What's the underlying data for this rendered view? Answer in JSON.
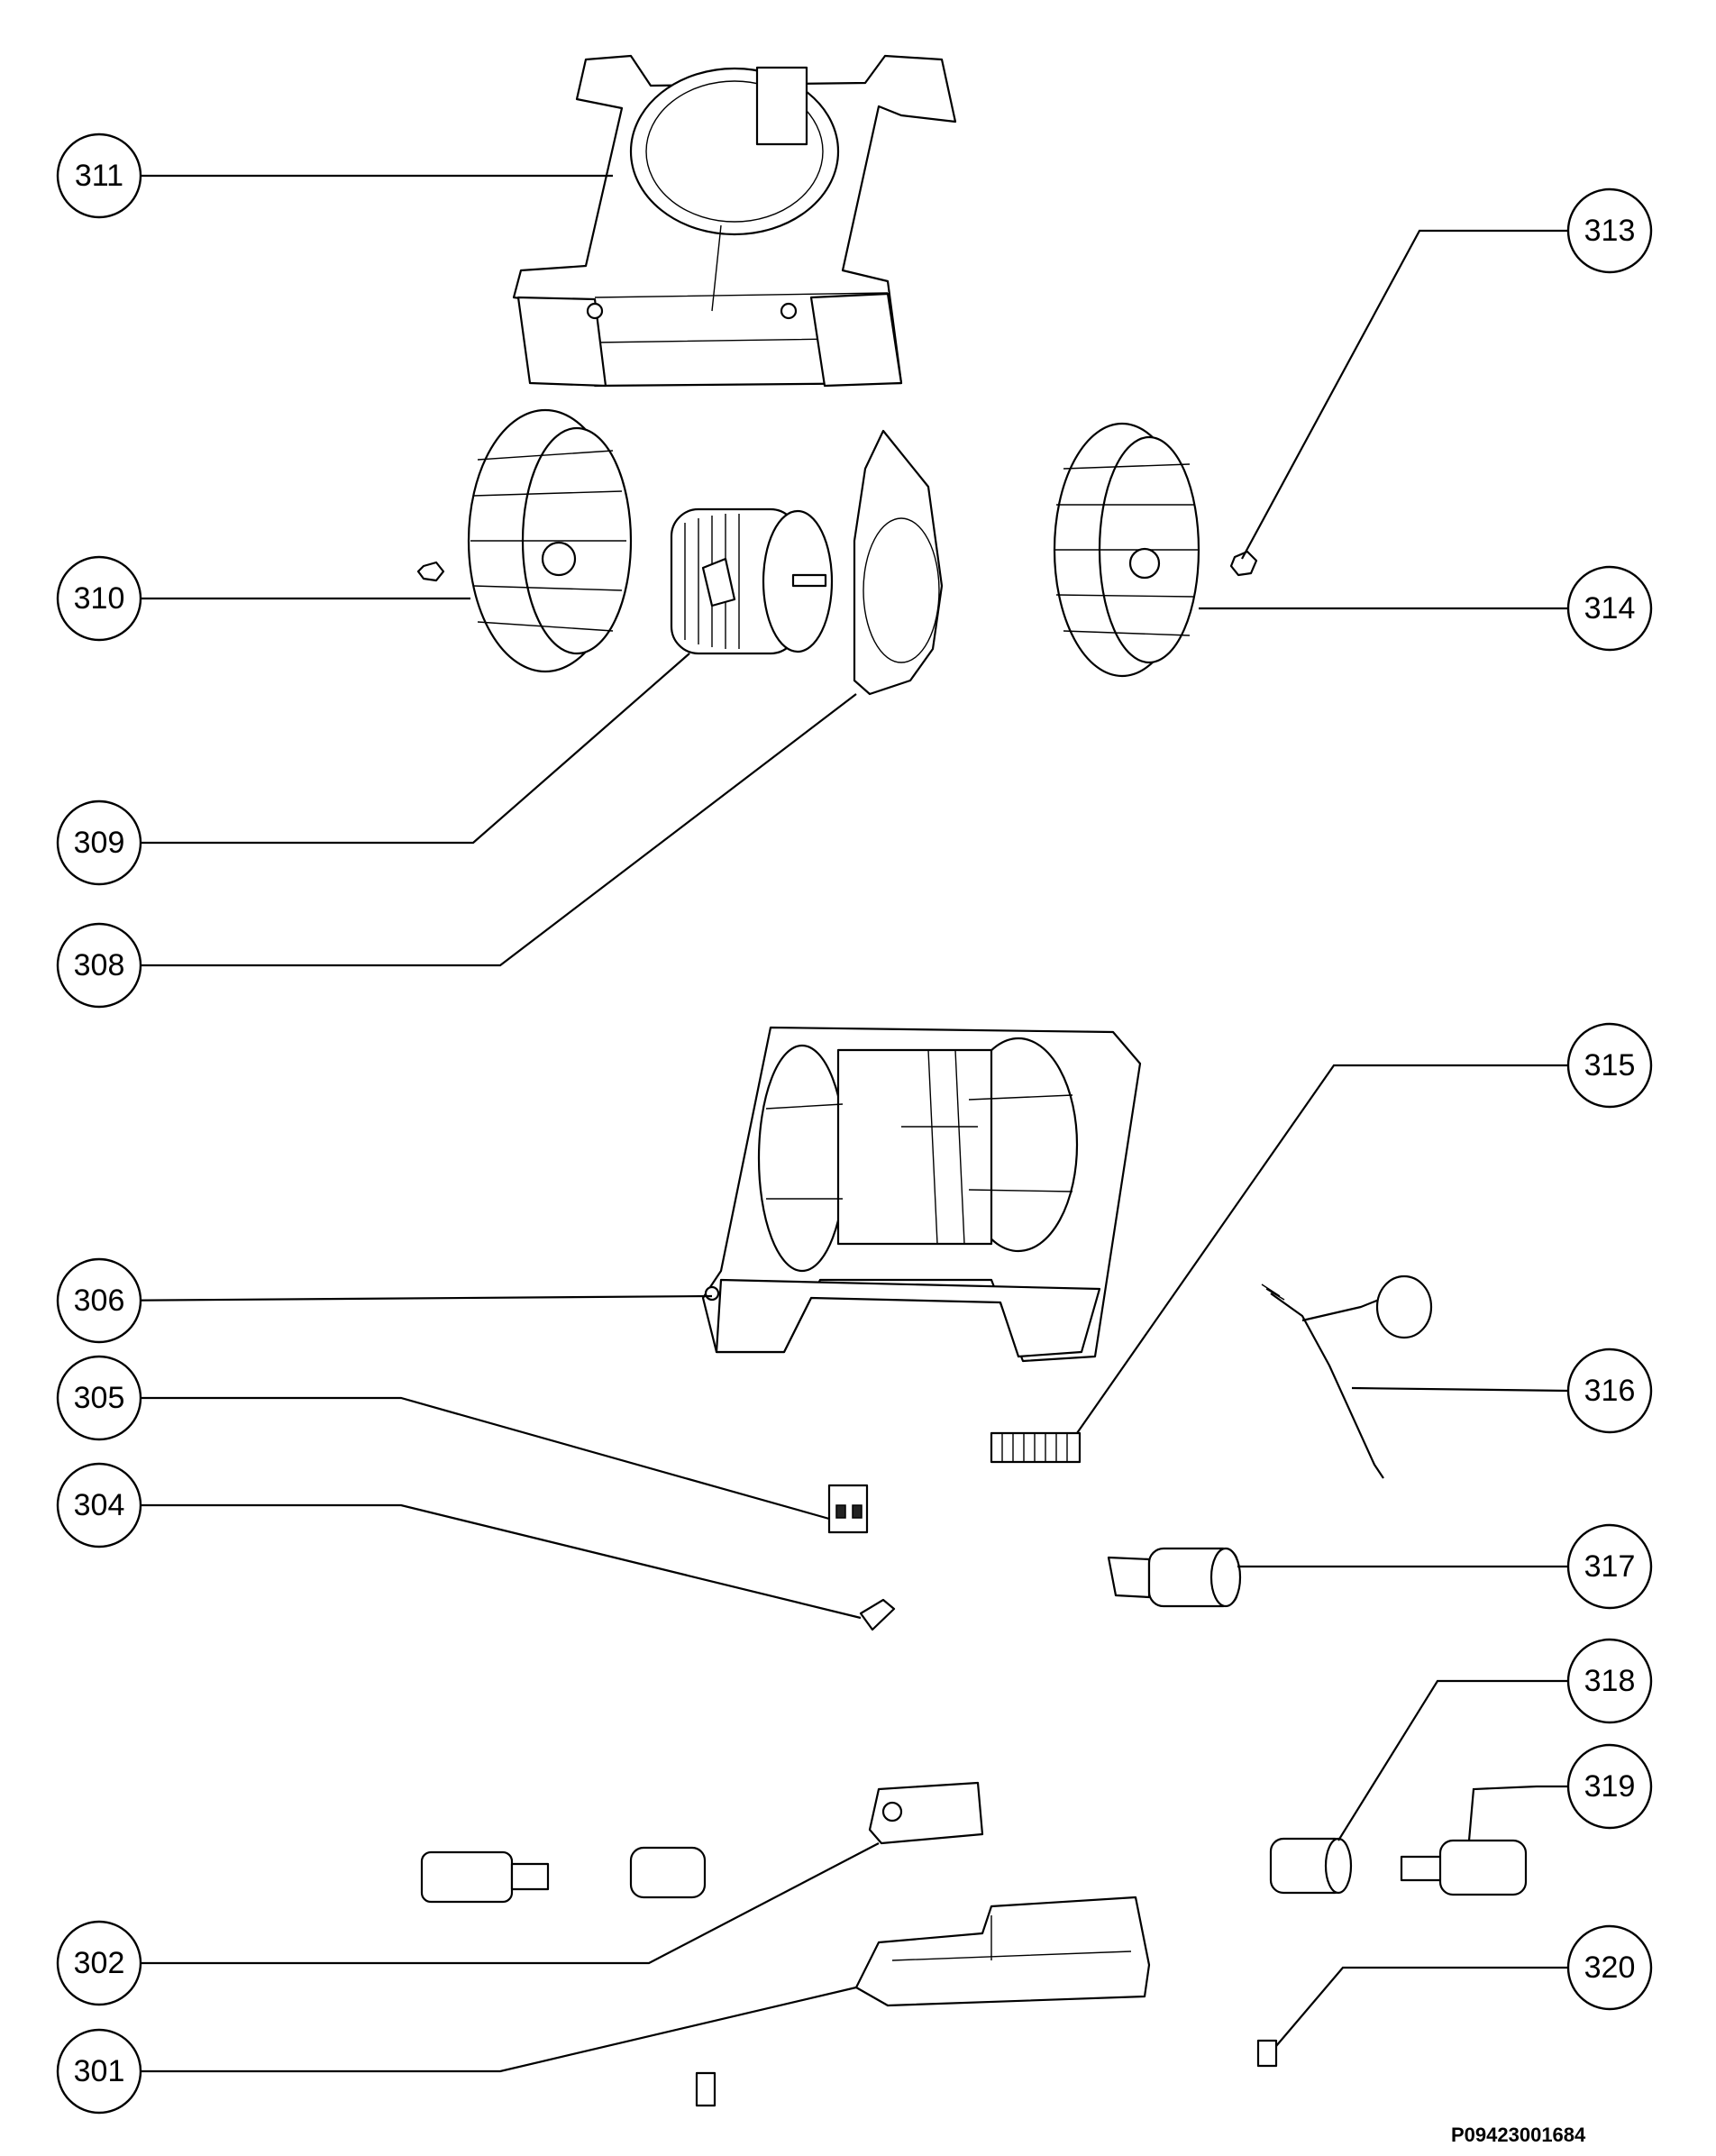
{
  "callouts": [
    {
      "id": "311",
      "label": "311"
    },
    {
      "id": "313",
      "label": "313"
    },
    {
      "id": "310",
      "label": "310"
    },
    {
      "id": "314",
      "label": "314"
    },
    {
      "id": "309",
      "label": "309"
    },
    {
      "id": "308",
      "label": "308"
    },
    {
      "id": "315",
      "label": "315"
    },
    {
      "id": "306",
      "label": "306"
    },
    {
      "id": "316",
      "label": "316"
    },
    {
      "id": "305",
      "label": "305"
    },
    {
      "id": "304",
      "label": "304"
    },
    {
      "id": "317",
      "label": "317"
    },
    {
      "id": "318",
      "label": "318"
    },
    {
      "id": "319",
      "label": "319"
    },
    {
      "id": "302",
      "label": "302"
    },
    {
      "id": "320",
      "label": "320"
    },
    {
      "id": "301",
      "label": "301"
    }
  ],
  "drawing_code": "P09423001684"
}
